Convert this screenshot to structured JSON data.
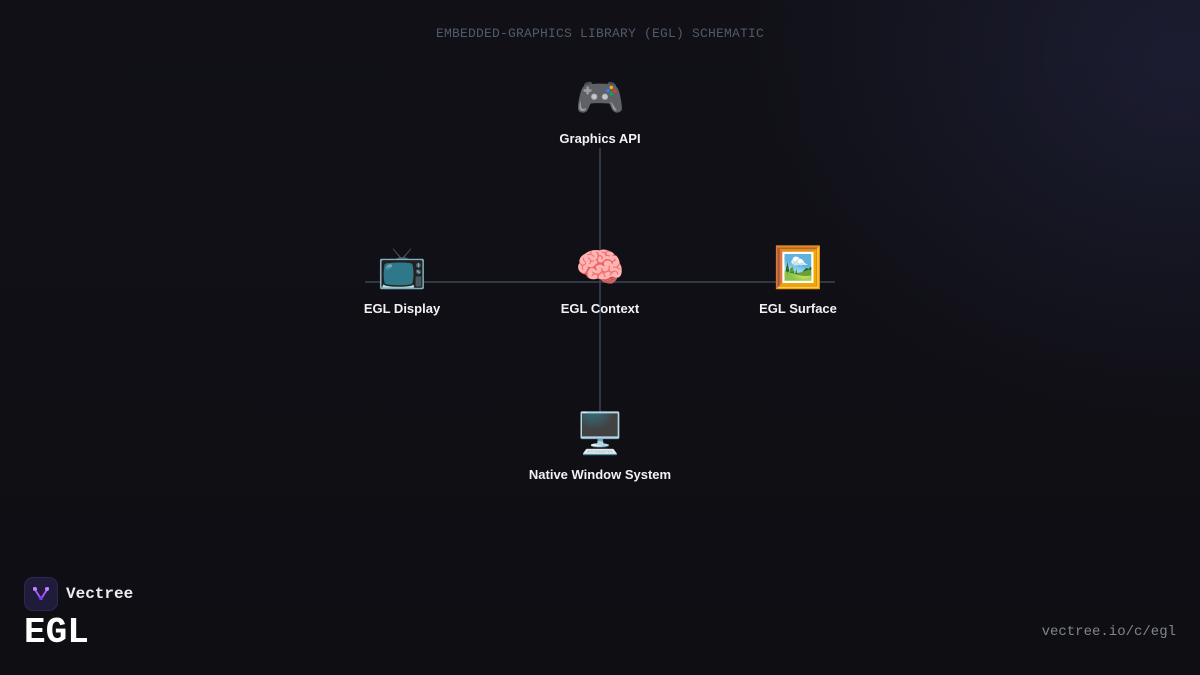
{
  "subtitle": "EMBEDDED-GRAPHICS LIBRARY (EGL) SCHEMATIC",
  "nodes": {
    "graphics_api": {
      "label": "Graphics API",
      "icon": "game-controller-icon",
      "glyph": "🎮"
    },
    "egl_display": {
      "label": "EGL Display",
      "icon": "television-icon",
      "glyph": "📺"
    },
    "egl_context": {
      "label": "EGL Context",
      "icon": "brain-icon",
      "glyph": "🧠"
    },
    "egl_surface": {
      "label": "EGL Surface",
      "icon": "framed-picture-icon",
      "glyph": "🖼️"
    },
    "native_window_system": {
      "label": "Native Window System",
      "icon": "desktop-computer-icon",
      "glyph": "🖥️"
    }
  },
  "edges": [
    {
      "from": "graphics_api",
      "to": "egl_context"
    },
    {
      "from": "egl_context",
      "to": "native_window_system"
    },
    {
      "from": "egl_display",
      "to": "egl_context"
    },
    {
      "from": "egl_context",
      "to": "egl_surface"
    }
  ],
  "brand": {
    "name": "Vectree",
    "logo_icon": "vectree-logo-icon"
  },
  "title": "EGL",
  "url": "vectree.io/c/egl",
  "colors": {
    "background": "#0f0e13",
    "connector": "#3a4558",
    "label": "#f2f2f4",
    "subtitle": "#4f5a6b",
    "brand_accent": "#a855f7"
  }
}
